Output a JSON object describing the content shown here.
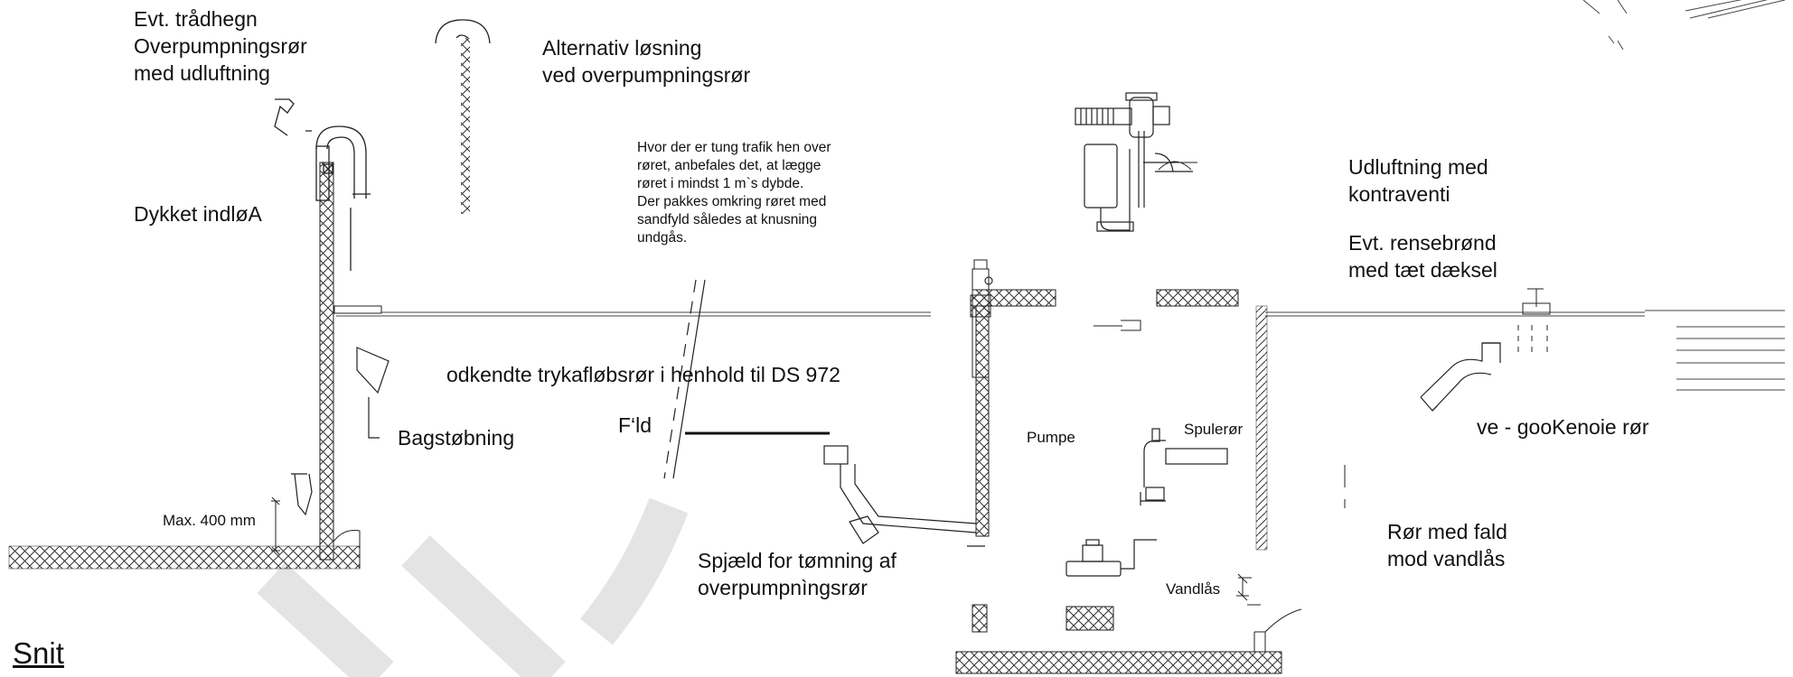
{
  "labels": {
    "overpump": "Evt. trådhegn\nOverpumpningsrør\nmed udluftning",
    "alternative": "Alternativ løsning\nved overpumpningsrør",
    "dykket": "Dykket indløA",
    "traffic_note": "Hvor der er tung trafik hen over\nrøret, anbefales det, at lægge\nrøret i mindst 1 m`s dybde.\nDer pakkes omkring røret med\nsandfyld således at knusning\nundgås.",
    "udluftning": "Udluftning med\nkontraventi",
    "rensebrond": "Evt. rensebrønd\nmed tæt dæksel",
    "trykafloeb": "odkendte trykafløbsrør i henhold til DS 972",
    "fld": "F‘ld",
    "bagstobning": "Bagstøbning",
    "pumpe": "Pumpe",
    "spuleror": "Spulerør",
    "vegokendte": "ve  - gooKenoie rør",
    "max400": "Max. 400 mm",
    "spjaeld": "Spjæld for tømning af\noverpumpnìngsrør",
    "ror_fald": "Rør med fald\nmod vandlås",
    "vandlas": "Vandlås",
    "snit": "Snit"
  },
  "colors": {
    "line": "#111111",
    "hatch": "#333333",
    "watermark": "#e3e3e3"
  }
}
